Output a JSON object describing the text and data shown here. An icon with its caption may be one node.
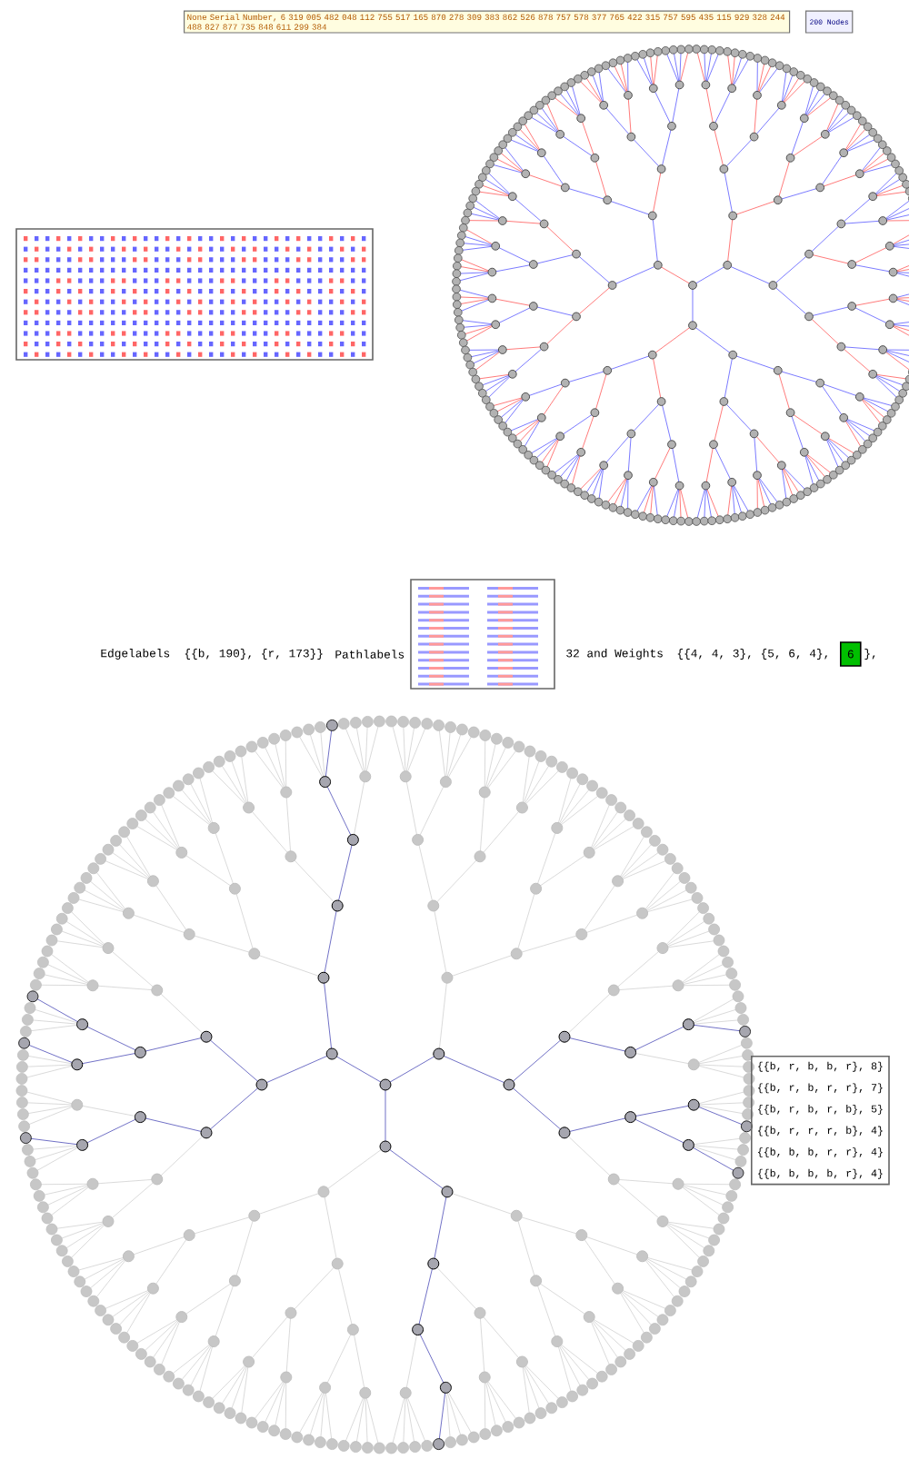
{
  "diagram": {
    "nodes": [
      {
        "text": [
          "None Serial Number, 6 319 005 482 048 112 755 517 165 870 278 309 383 862 526 878 757 578 377 765 422 315 757 595 435 115 929 328 244 488 827 877 735 848 611 299 384"
        ]
      },
      {
        "text": [
          "200 Nodes"
        ]
      },
      {
        "text": [
          "6"
        ]
      },
      {
        "text": [
          "{{b, r, b, b, r}, 8}",
          "{{b, r, b, r, r}, 7}",
          "{{b, r, b, r, b}, 5}",
          "{{b, r, r, r, b}, 4}",
          "{{b, b, b, r, r}, 4}",
          "{{b, b, b, b, r}, 4}"
        ]
      }
    ],
    "labels": [
      "Edgelabels",
      "{{b, 190}, {r, 173}}",
      "Pathlabels",
      "32 and Weights",
      "{{4, 4, 3}, {5, 6, 4},",
      "},"
    ]
  }
}
